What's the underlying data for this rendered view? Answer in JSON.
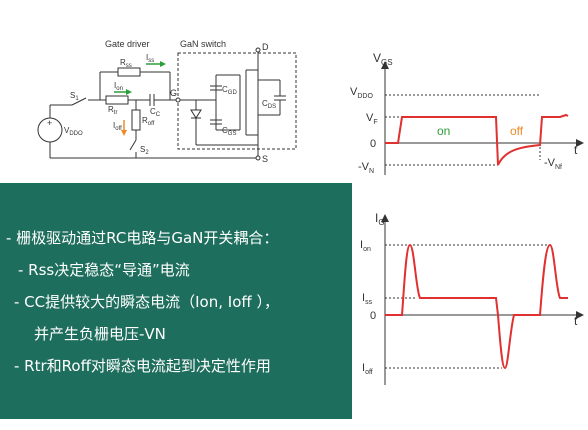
{
  "circuit": {
    "gate_driver_label": "Gate driver",
    "gan_switch_label": "GaN switch",
    "terminal_D": "D",
    "terminal_G": "G",
    "terminal_S": "S",
    "rss": "R",
    "rss_sub": "ss",
    "iss": "I",
    "iss_sub": "ss",
    "ion": "I",
    "ion_sub": "on",
    "rtr": "R",
    "rtr_sub": "tr",
    "cc": "C",
    "cc_sub": "C",
    "ioff": "I",
    "ioff_sub": "off",
    "roff": "R",
    "roff_sub": "off",
    "s1": "S",
    "s1_sub": "1",
    "s2": "S",
    "s2_sub": "2",
    "vddo": "V",
    "vddo_sub": "DDO",
    "cgd": "C",
    "cgd_sub": "GD",
    "cgs": "C",
    "cgs_sub": "GS",
    "cds": "C",
    "cds_sub": "DS"
  },
  "vgs_plot": {
    "ylabel": "V",
    "ylabel_sub": "GS",
    "vddo": "V",
    "vddo_sub": "DDO",
    "vf": "V",
    "vf_sub": "F",
    "zero": "0",
    "vn": "-V",
    "vn_sub": "N",
    "vnf": "-V",
    "vnf_sub": "Nf",
    "t": "t",
    "on_label": "on",
    "off_label": "off",
    "colors": {
      "on": "#2e9e3a",
      "off": "#f08a24",
      "trace": "#e03030"
    }
  },
  "ig_plot": {
    "ylabel": "I",
    "ylabel_sub": "G",
    "ion": "I",
    "ion_sub": "on",
    "iss": "I",
    "iss_sub": "ss",
    "zero": "0",
    "ioff": "I",
    "ioff_sub": "off",
    "t": "t"
  },
  "panel": {
    "background": "#1e6e5d",
    "lines": [
      "- 栅极驱动通过RC电路与GaN开关耦合：",
      "- Rss决定稳态“导通”电流",
      "- CC提供较大的瞬态电流（Ion, Ioff ），",
      "并产生负栅电压-VN",
      "- Rtr和Roff对瞬态电流起到决定性作用"
    ]
  }
}
